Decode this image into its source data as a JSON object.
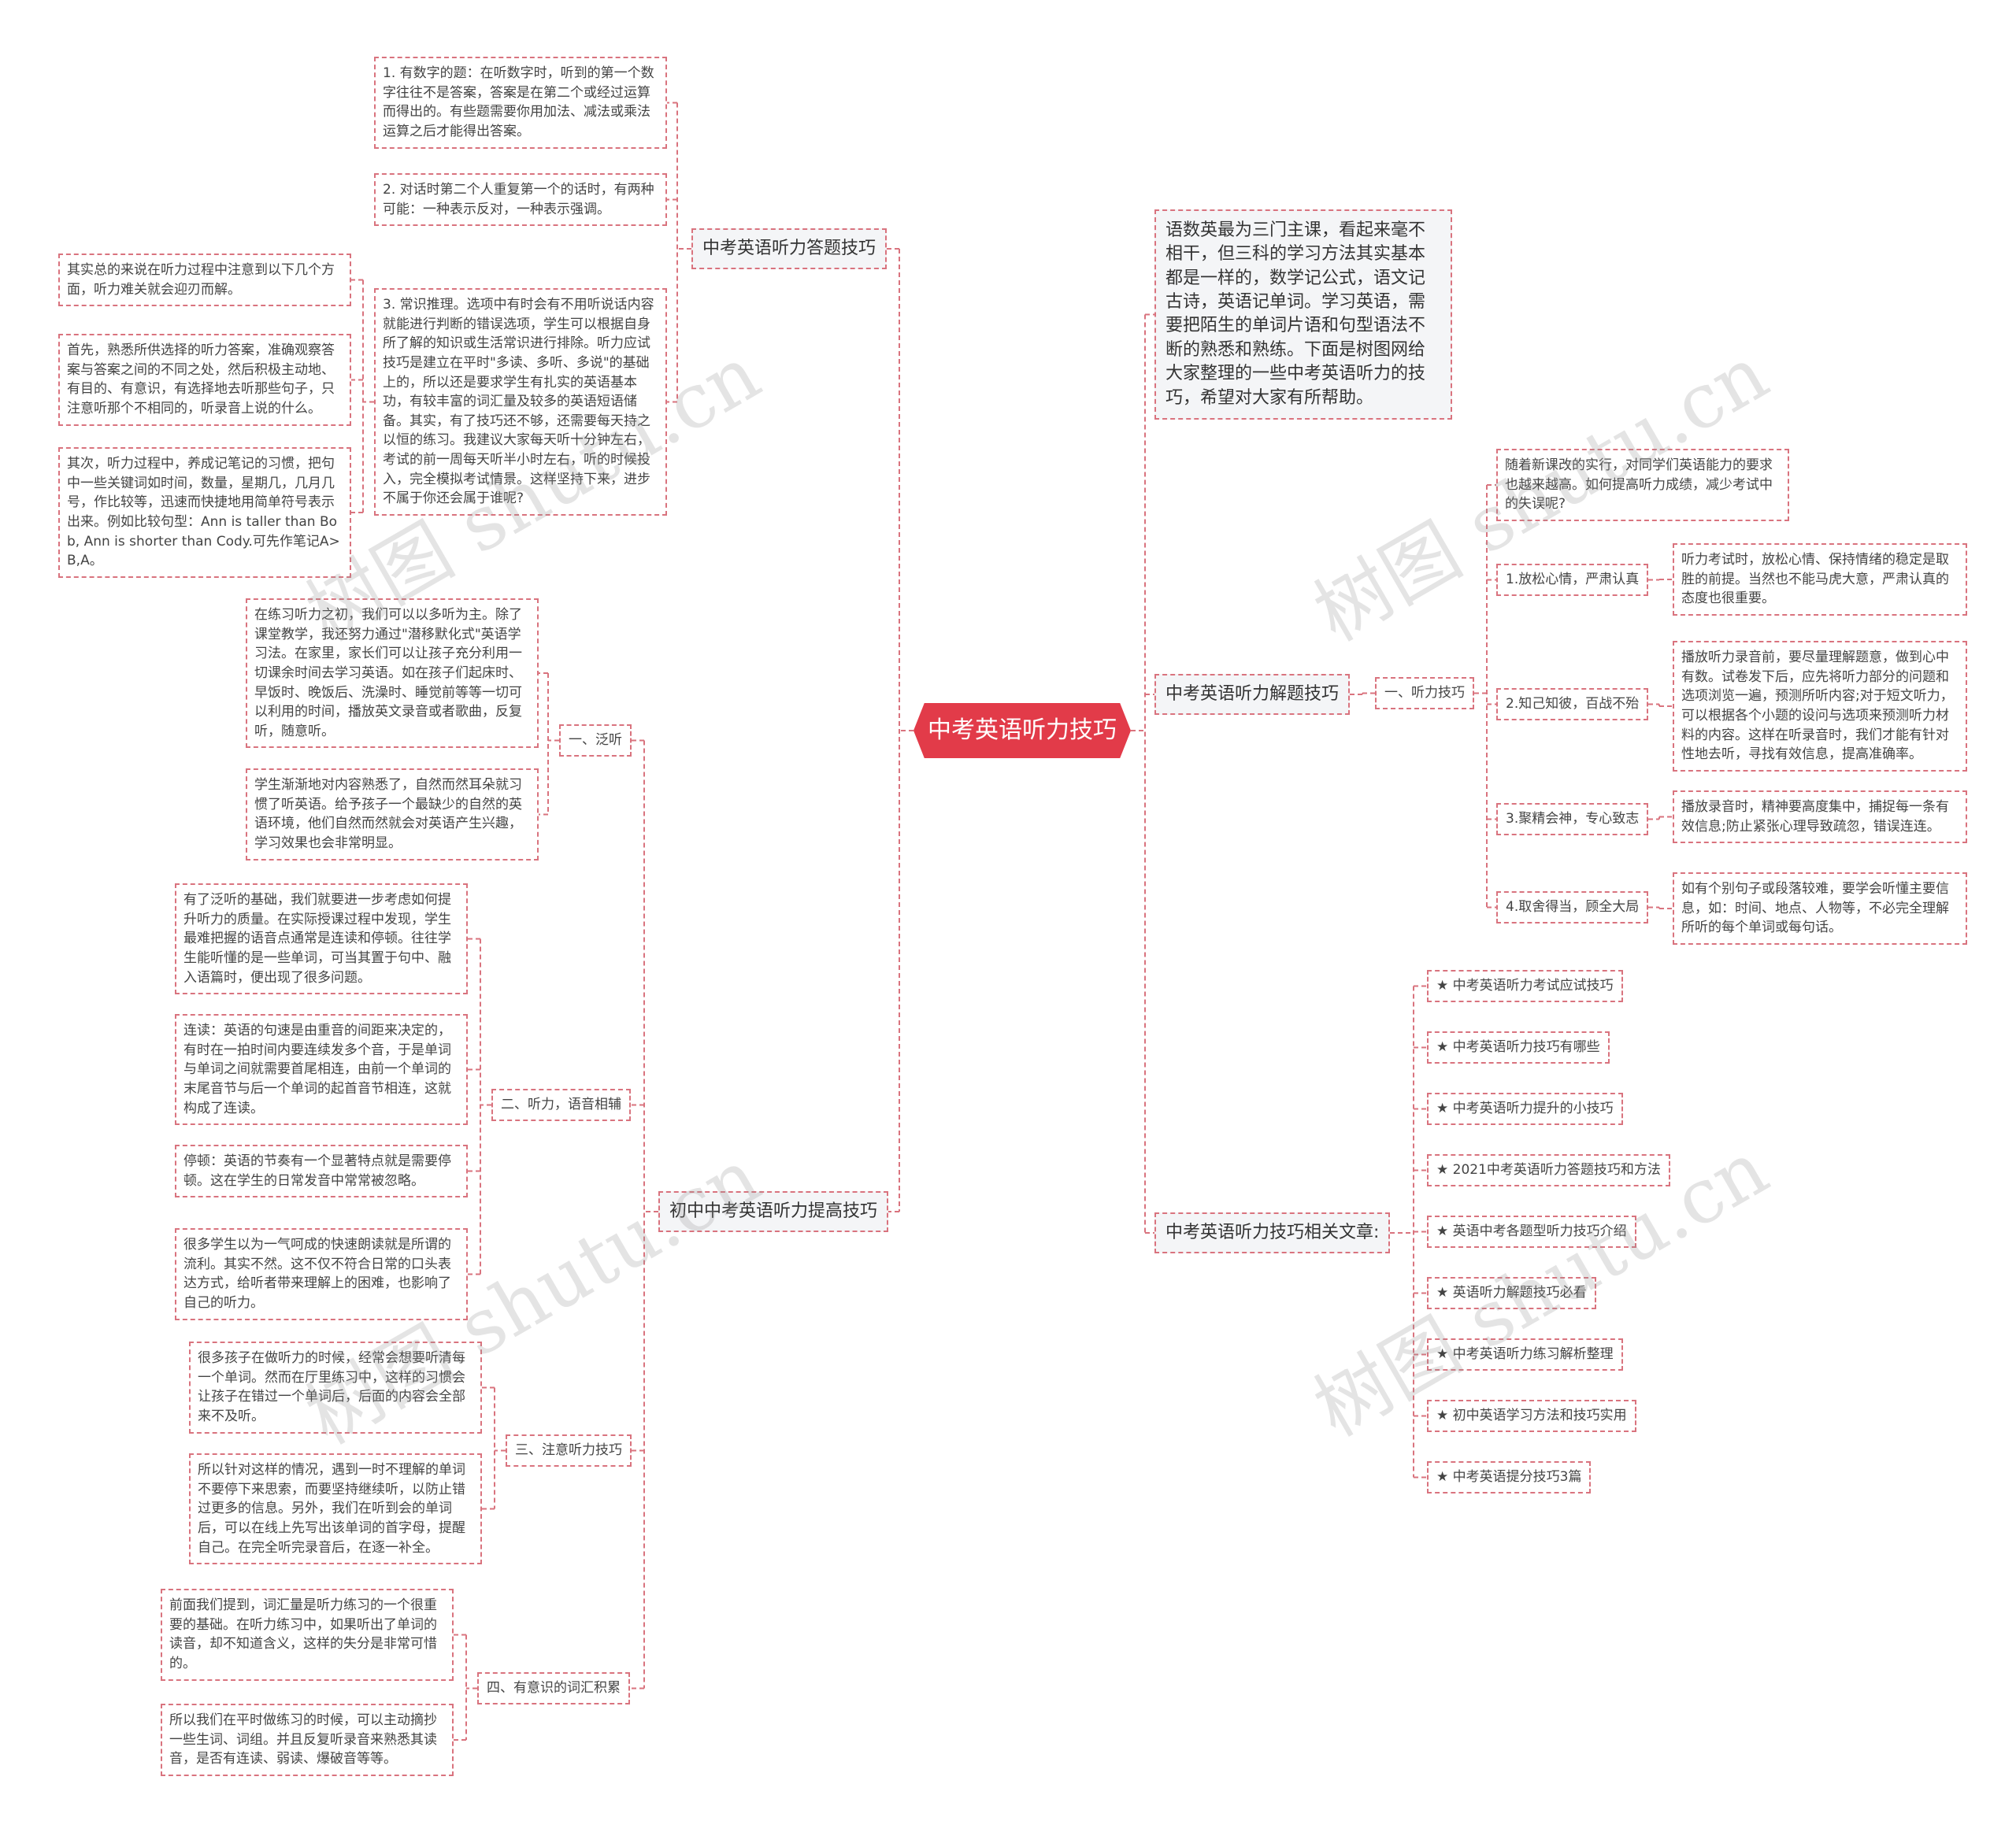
{
  "center": "中考英语听力技巧",
  "intro": "语数英最为三门主课，看起来毫不相干，但三科的学习方法其实基本都是一样的，数学记公式，语文记古诗，英语记单词。学习英语，需要把陌生的单词片语和句型语法不断的熟悉和熟练。下面是树图网给大家整理的一些中考英语听力的技巧，希望对大家有所帮助。",
  "answer_skills": {
    "title": "中考英语听力答题技巧",
    "items": [
      "1. 有数字的题：在听数字时，听到的第一个数字往往不是答案，答案是在第二个或经过运算而得出的。有些题需要你用加法、减法或乘法运算之后才能得出答案。",
      "2. 对话时第二个人重复第一个的话时，有两种可能：一种表示反对，一种表示强调。",
      "3. 常识推理。选项中有时会有不用听说话内容就能进行判断的错误选项，学生可以根据自身所了解的知识或生活常识进行排除。听力应试技巧是建立在平时\"多读、多听、多说\"的基础上的，所以还是要求学生有扎实的英语基本功，有较丰富的词汇量及较多的英语短语储备。其实，有了技巧还不够，还需要每天持之以恒的练习。我建议大家每天听十分钟左右，考试的前一周每天听半小时左右，听的时候投入，完全模拟考试情景。这样坚持下来，进步不属于你还会属于谁呢?"
    ],
    "notes": [
      "其实总的来说在听力过程中注意到以下几个方面，听力难关就会迎刃而解。",
      "首先，熟悉所供选择的听力答案，准确观察答案与答案之间的不同之处，然后积极主动地、有目的、有意识，有选择地去听那些句子，只注意听那个不相同的，听录音上说的什么。",
      "其次，听力过程中，养成记笔记的习惯，把句中一些关键词如时间，数量，星期几，几月几号，作比较等，迅速而快捷地用简单符号表示出来。例如比较句型：Ann is taller than Bob, Ann is shorter than Cody.可先作笔记A>B,A。"
    ]
  },
  "improve": {
    "title": "初中中考英语听力提高技巧",
    "groups": [
      {
        "label": "一、泛听",
        "items": [
          "在练习听力之初，我们可以以多听为主。除了课堂教学，我还努力通过\"潜移默化式\"英语学习法。在家里，家长们可以让孩子充分利用一切课余时间去学习英语。如在孩子们起床时、早饭时、晚饭后、洗澡时、睡觉前等等一切可以利用的时间，播放英文录音或者歌曲，反复听，随意听。",
          "学生渐渐地对内容熟悉了，自然而然耳朵就习惯了听英语。给予孩子一个最缺少的自然的英语环境，他们自然而然就会对英语产生兴趣，学习效果也会非常明显。"
        ]
      },
      {
        "label": "二、听力，语音相辅",
        "items": [
          "有了泛听的基础，我们就要进一步考虑如何提升听力的质量。在实际授课过程中发现，学生最难把握的语音点通常是连读和停顿。往往学生能听懂的是一些单词，可当其置于句中、融入语篇时，便出现了很多问题。",
          "连读：英语的句速是由重音的间距来决定的，有时在一拍时间内要连续发多个音，于是单词与单词之间就需要首尾相连，由前一个单词的末尾音节与后一个单词的起首音节相连，这就构成了连读。",
          "停顿：英语的节奏有一个显著特点就是需要停顿。这在学生的日常发音中常常被忽略。",
          "很多学生以为一气呵成的快速朗读就是所谓的流利。其实不然。这不仅不符合日常的口头表达方式，给听者带来理解上的困难，也影响了自己的听力。"
        ]
      },
      {
        "label": "三、注意听力技巧",
        "items": [
          "很多孩子在做听力的时候，经常会想要听清每一个单词。然而在厅里练习中，这样的习惯会让孩子在错过一个单词后，后面的内容会全部来不及听。",
          "所以针对这样的情况，遇到一时不理解的单词不要停下来思索，而要坚持继续听，以防止错过更多的信息。另外，我们在听到会的单词后，可以在线上先写出该单词的首字母，提醒自己。在完全听完录音后，在逐一补全。"
        ]
      },
      {
        "label": "四、有意识的词汇积累",
        "items": [
          "前面我们提到，词汇量是听力练习的一个很重要的基础。在听力练习中，如果听出了单词的读音，却不知道含义，这样的失分是非常可惜的。",
          "所以我们在平时做练习的时候，可以主动摘抄一些生词、词组。并且反复听录音来熟悉其读音，是否有连读、弱读、爆破音等等。"
        ]
      }
    ]
  },
  "solving": {
    "title": "中考英语听力解题技巧",
    "sub": "一、听力技巧",
    "lead": "随着新课改的实行，对同学们英语能力的要求也越来越高。如何提高听力成绩，减少考试中的失误呢?",
    "tips": [
      {
        "label": "1.放松心情，严肃认真",
        "detail": "听力考试时，放松心情、保持情绪的稳定是取胜的前提。当然也不能马虎大意，严肃认真的态度也很重要。"
      },
      {
        "label": "2.知己知彼，百战不殆",
        "detail": "播放听力录音前，要尽量理解题意，做到心中有数。试卷发下后，应先将听力部分的问题和选项浏览一遍，预测所听内容;对于短文听力，可以根据各个小题的设问与选项来预测听力材料的内容。这样在听录音时，我们才能有针对性地去听，寻找有效信息，提高准确率。"
      },
      {
        "label": "3.聚精会神，专心致志",
        "detail": "播放录音时，精神要高度集中，捕捉每一条有效信息;防止紧张心理导致疏忽，错误连连。"
      },
      {
        "label": "4.取舍得当，顾全大局",
        "detail": "如有个别句子或段落较难，要学会听懂主要信息，如：时间、地点、人物等，不必完全理解所听的每个单词或每句话。"
      }
    ]
  },
  "related": {
    "title": "中考英语听力技巧相关文章:",
    "items": [
      "★ 中考英语听力考试应试技巧",
      "★ 中考英语听力技巧有哪些",
      "★ 中考英语听力提升的小技巧",
      "★ 2021中考英语听力答题技巧和方法",
      "★ 英语中考各题型听力技巧介绍",
      "★ 英语听力解题技巧必看",
      "★ 中考英语听力练习解析整理",
      "★ 初中英语学习方法和技巧实用",
      "★ 中考英语提分技巧3篇"
    ]
  },
  "watermark": "树图 shutu.cn",
  "colors": {
    "accent": "#e23b49",
    "connector": "#d9737e"
  }
}
